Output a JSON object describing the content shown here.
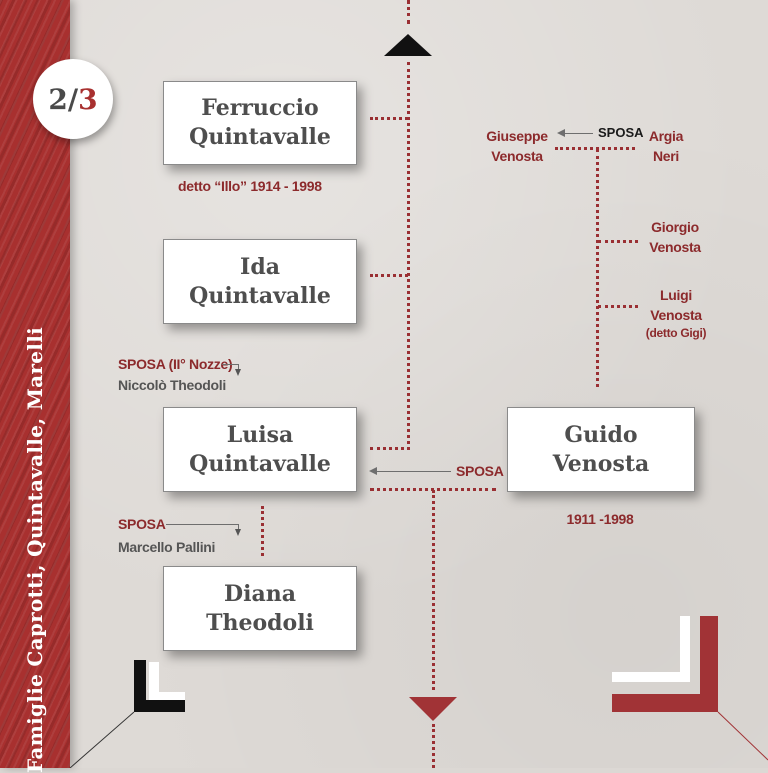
{
  "sidebar": {
    "title": "Famiglie  Caprotti, Quintavalle, Marelli",
    "color": "#a8302f"
  },
  "page_badge": {
    "current": "2",
    "separator": "/",
    "total": "3"
  },
  "nav": {
    "up_icon": "triangle-up-icon",
    "down_icon": "triangle-down-icon"
  },
  "people": {
    "ferruccio": {
      "first": "Ferruccio",
      "last": "Quintavalle",
      "note": "detto “Illo”  1914 - 1998"
    },
    "ida": {
      "first": "Ida",
      "last": "Quintavalle"
    },
    "luisa": {
      "first": "Luisa",
      "last": "Quintavalle",
      "spouse_second_label": "SPOSA (II° Nozze)",
      "spouse_second_name": "Niccolò Theodoli",
      "spouse_label": "SPOSA",
      "spouse_name": "Marcello Pallini"
    },
    "diana": {
      "first": "Diana",
      "last": "Theodoli"
    },
    "guido": {
      "first": "Guido",
      "last": "Venosta",
      "years": "1911 -1998",
      "spouse_label": "SPOSA"
    }
  },
  "venosta_family": {
    "father": {
      "first": "Giuseppe",
      "last": "Venosta"
    },
    "spouse_label": "SPOSA",
    "mother": {
      "first": "Argia",
      "last": "Neri"
    },
    "children": [
      {
        "first": "Giorgio",
        "last": "Venosta",
        "note": ""
      },
      {
        "first": "Luigi",
        "last": "Venosta",
        "note": "(detto Gigi)"
      }
    ]
  },
  "colors": {
    "accent_red": "#a8302f",
    "dark_red_text": "#8c2a2c",
    "card_text": "#4e4e4e",
    "paper": "#dedad6"
  }
}
